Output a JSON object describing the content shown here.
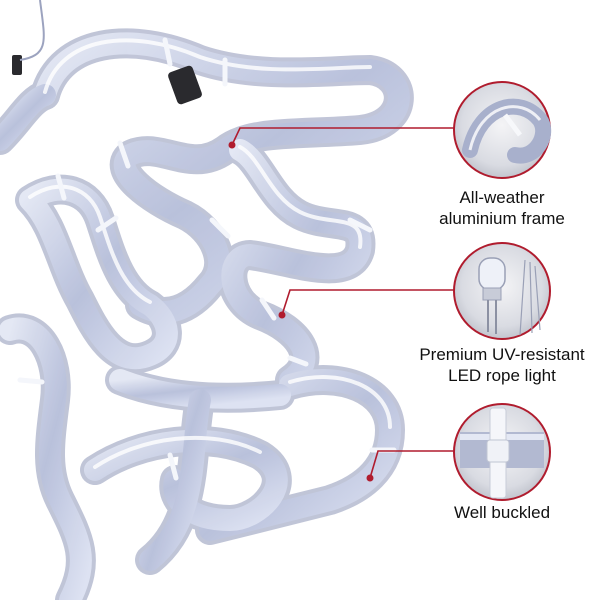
{
  "features": [
    {
      "id": "frame",
      "lines": [
        "All-weather",
        "aluminium frame"
      ],
      "icon": "rope-tube-closeup-icon"
    },
    {
      "id": "led",
      "lines": [
        "Premium UV-resistant",
        "LED rope light"
      ],
      "icon": "led-bulb-icon"
    },
    {
      "id": "buckle",
      "lines": [
        "Well buckled"
      ],
      "icon": "cable-tie-icon"
    }
  ],
  "colors": {
    "accent": "#b01c2e",
    "rope": "#c8d0e8",
    "rope_edge": "#8a93b8",
    "background": "#ffffff"
  }
}
